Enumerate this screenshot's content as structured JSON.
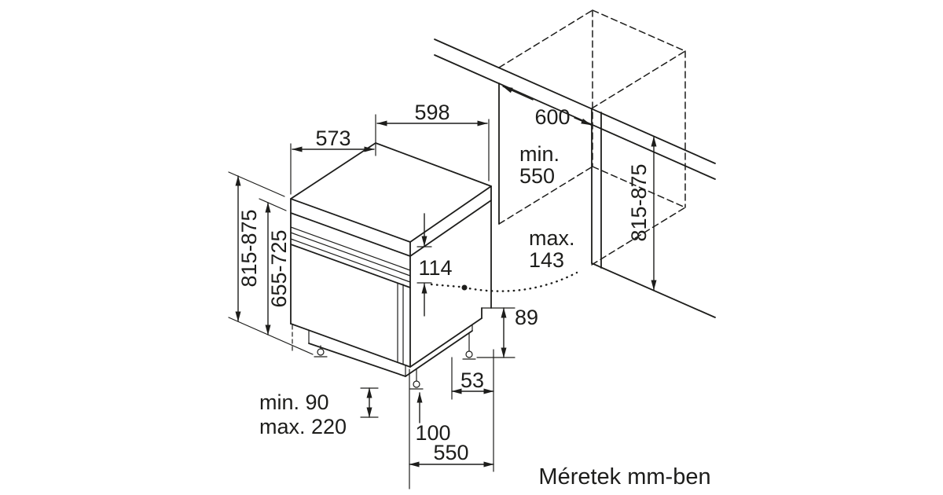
{
  "caption": "Méretek mm-ben",
  "labels": {
    "top_depth": "573",
    "top_width": "598",
    "appliance_height": "815-875",
    "door_panel_height": "655-725",
    "worktop_to_door": "114",
    "door_projection_line1": "max.",
    "door_projection_line2": "143",
    "rear_base_height": "89",
    "rear_offset": "53",
    "plinth_line1": "min. 90",
    "plinth_line2": "max. 220",
    "front_foot_offset": "100",
    "base_depth": "550",
    "niche_width": "600",
    "niche_depth_line1": "min.",
    "niche_depth_line2": "550",
    "niche_height": "815-875"
  },
  "colors": {
    "line": "#1d1d1b",
    "background": "#ffffff"
  }
}
